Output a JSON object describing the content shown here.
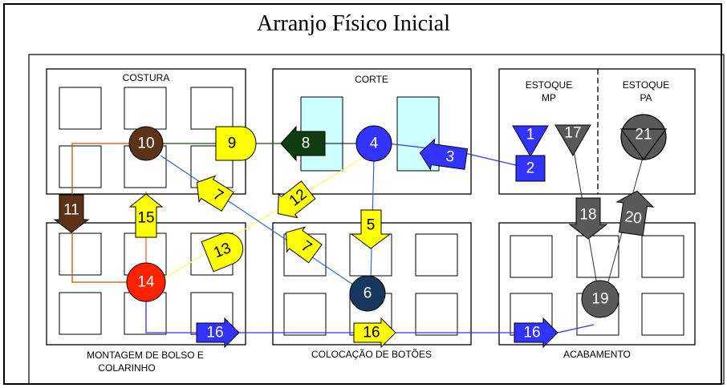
{
  "title": "Arranjo Físico Inicial",
  "areas": {
    "costura": "COSTURA",
    "corte": "CORTE",
    "estoque_mp_line1": "ESTOQUE",
    "estoque_mp_line2": "MP",
    "estoque_pa_line1": "ESTOQUE",
    "estoque_pa_line2": "PA",
    "montagem_line1": "MONTAGEM DE BOLSO E",
    "montagem_line2": "COLARINHO",
    "colocacao": "COLOCAÇÃO DE BOTÕES",
    "acabamento": "ACABAMENTO"
  },
  "steps": {
    "s1": "1",
    "s2": "2",
    "s3": "3",
    "s4": "4",
    "s5": "5",
    "s6": "6",
    "s7a": "7",
    "s7b": "7",
    "s8": "8",
    "s9": "9",
    "s10": "10",
    "s11": "11",
    "s12": "12",
    "s13": "13",
    "s14": "14",
    "s15": "15",
    "s16a": "16",
    "s16b": "16",
    "s16c": "16",
    "s17": "17",
    "s18": "18",
    "s19": "19",
    "s20": "20",
    "s21": "21"
  },
  "colors": {
    "blue": "#3333ff",
    "navy": "#17375e",
    "brown": "#5c3317",
    "darkgreen": "#0f3d0f",
    "yellow": "#ffff00",
    "red": "#ff2200",
    "gray": "#595959",
    "cyan": "#ccffff"
  }
}
